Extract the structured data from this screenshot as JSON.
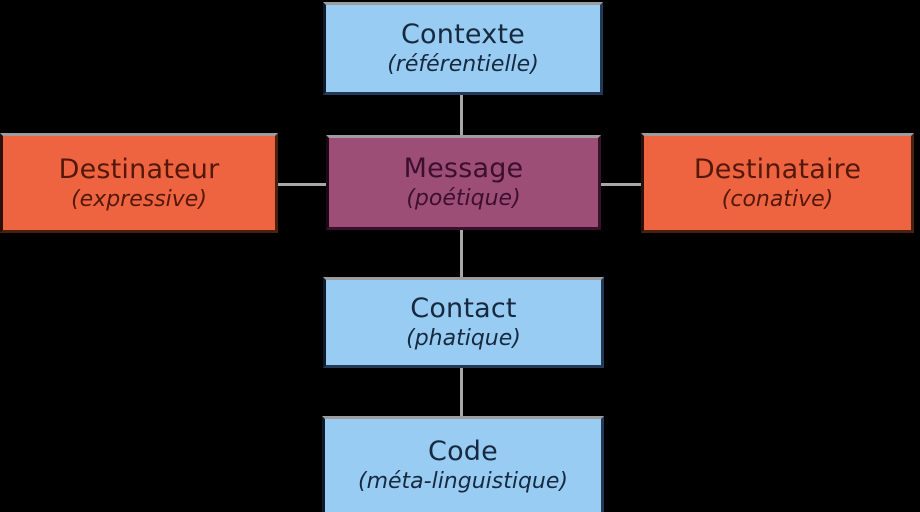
{
  "diagram": {
    "background_color": "#000000",
    "connector_color": "#a8a8a8",
    "nodes": [
      {
        "id": "contexte",
        "label": "Contexte",
        "sublabel": "(référentielle)",
        "fill": "#99ccf2",
        "text_color": "#16293f"
      },
      {
        "id": "destinateur",
        "label": "Destinateur",
        "sublabel": "(expressive)",
        "fill": "#ee6440",
        "text_color": "#53180a"
      },
      {
        "id": "message",
        "label": "Message",
        "sublabel": "(poétique)",
        "fill": "#9d4e76",
        "text_color": "#3c0f2d"
      },
      {
        "id": "destinataire",
        "label": "Destinataire",
        "sublabel": "(conative)",
        "fill": "#ee6440",
        "text_color": "#53180a"
      },
      {
        "id": "contact",
        "label": "Contact",
        "sublabel": "(phatique)",
        "fill": "#99ccf2",
        "text_color": "#16293f"
      },
      {
        "id": "code",
        "label": "Code",
        "sublabel": "(méta-linguistique)",
        "fill": "#99ccf2",
        "text_color": "#16293f"
      }
    ]
  }
}
